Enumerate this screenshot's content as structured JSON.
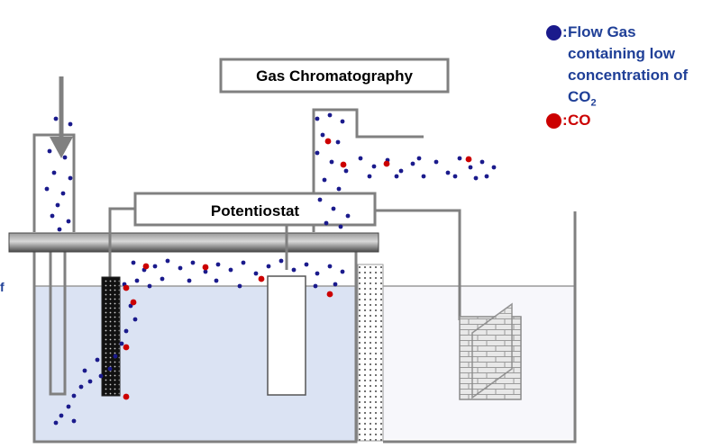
{
  "colors": {
    "flow_gas": "#1a1a8c",
    "co": "#cc0000",
    "legend_text_flow": "#1f3f97",
    "legend_text_co": "#cc0000",
    "outline": "#808080",
    "liquid": "#dbe3f3",
    "liquid_right": "#f7f7fb",
    "rod": "#666666"
  },
  "icons": {
    "flow_gas": "blue-particle-icon",
    "co": "red-particle-icon",
    "inlet": "down-arrow-icon"
  },
  "labels": {
    "gas_chromatography": "Gas Chromatography",
    "potentiostat": "Potentiostat"
  },
  "legend": {
    "separator": ":",
    "flow_gas": {
      "line1": "Flow Gas",
      "line2": "containing low",
      "line3": "concentration of",
      "formula": "CO",
      "subscript": "2"
    },
    "co": {
      "label": "CO"
    }
  },
  "edge_text": "f"
}
